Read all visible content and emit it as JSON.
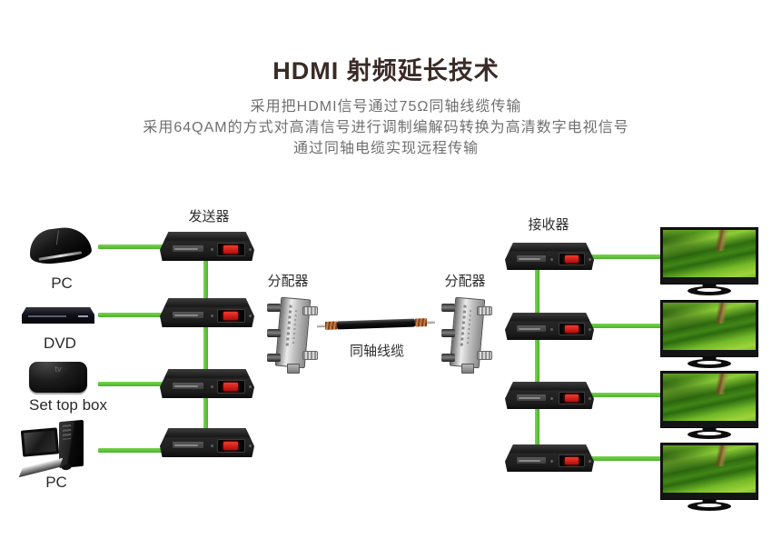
{
  "title": "HDMI 射频延长技术",
  "subtitle": {
    "line1": "采用把HDMI信号通过75Ω同轴线缆传输",
    "line2": "采用64QAM的方式对高清信号进行调制编解码转换为高清数字电视信号",
    "line3": "通过同轴电缆实现远程传输"
  },
  "diagram": {
    "transmitter_label": "发送器",
    "receiver_label": "接收器",
    "splitter_left_label": "分配器",
    "splitter_right_label": "分配器",
    "coax_label": "同轴线缆",
    "transmitter_count": 4,
    "receiver_count": 4,
    "tv_count": 4,
    "sources": [
      {
        "name": "game-console",
        "label": "PC"
      },
      {
        "name": "dvd-player",
        "label": "DVD"
      },
      {
        "name": "set-top-box",
        "label": "Set top box",
        "device_text": "tv"
      },
      {
        "name": "desktop-pc",
        "label": "PC"
      }
    ]
  },
  "colors": {
    "connection_green": "#5cc43a",
    "led_red": "#c01313",
    "title_text": "#3a2b26",
    "subtitle_text": "#6f6f6f",
    "label_text": "#2d2d2d"
  }
}
